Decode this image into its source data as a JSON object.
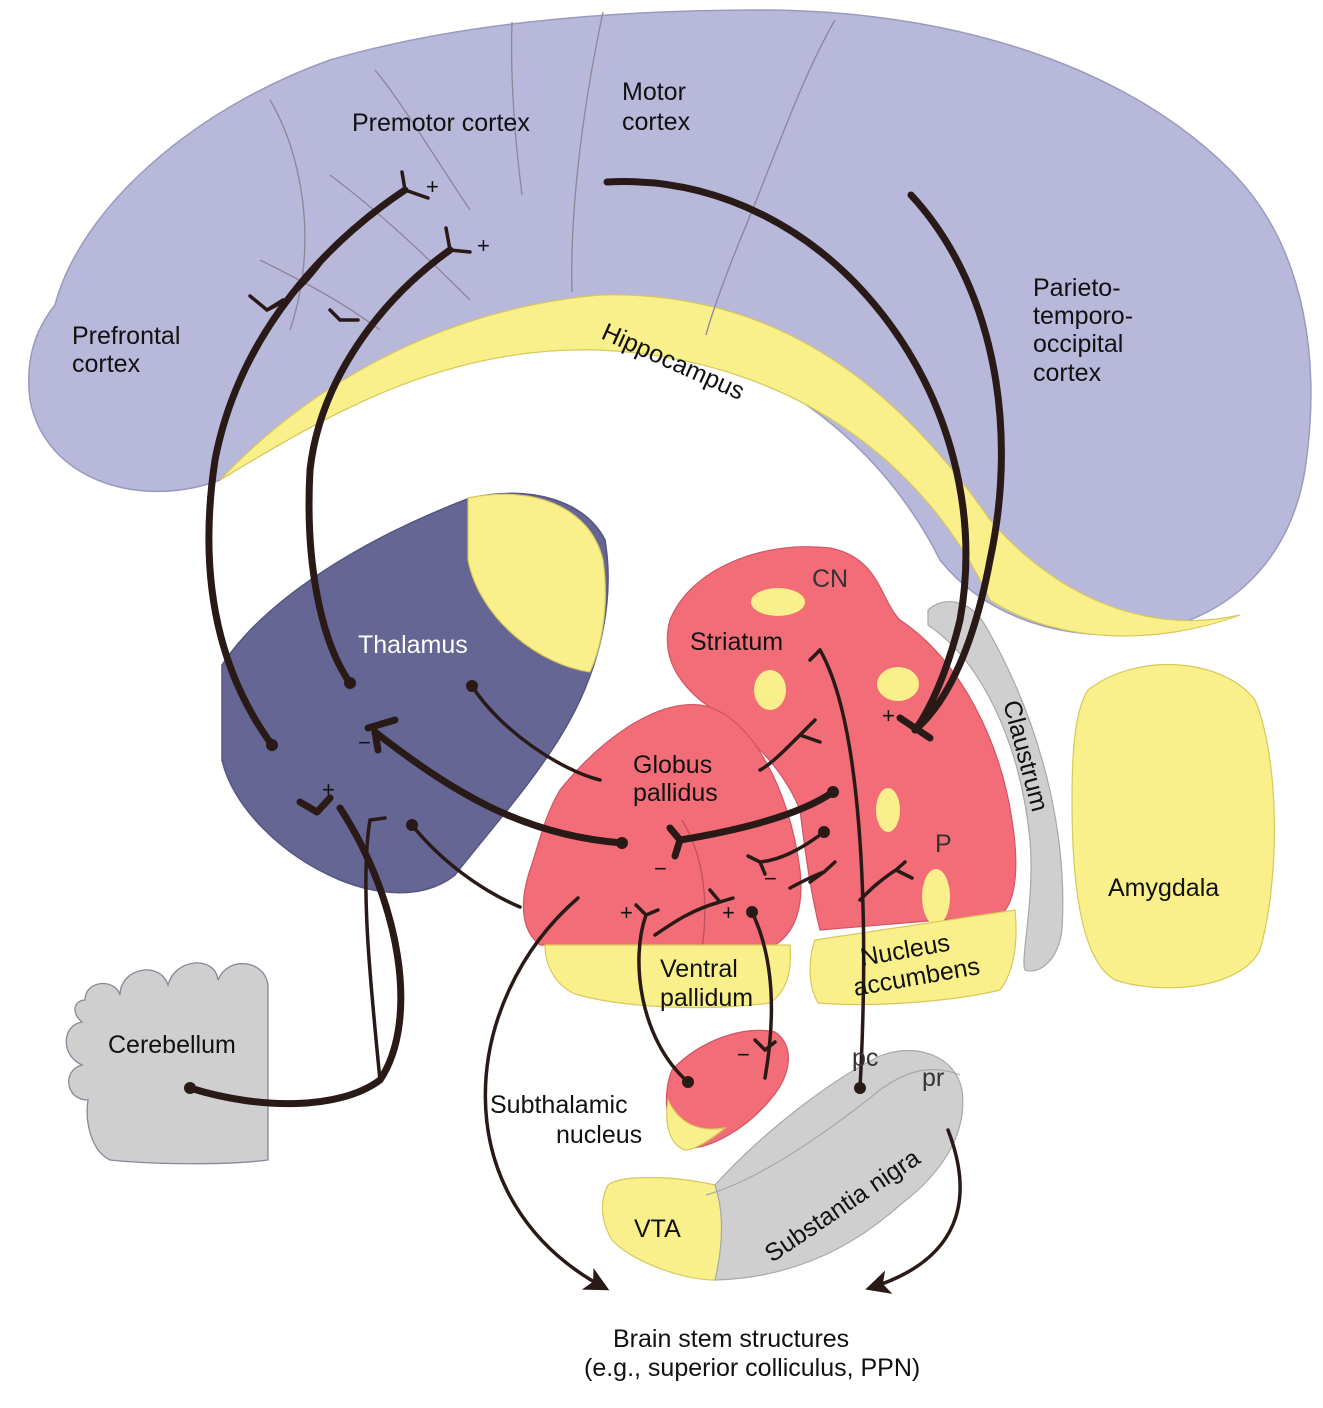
{
  "colors": {
    "cortex": "#b8b8db",
    "thalamus": "#666695",
    "basal_ganglia": "#f26d78",
    "limbic": "#f9ef8b",
    "gray_structures": "#cfcfcf",
    "tract": "#2a1a17"
  },
  "labels": {
    "premotor": "Premotor cortex",
    "motor_1": "Motor",
    "motor_2": "cortex",
    "prefrontal_1": "Prefrontal",
    "prefrontal_2": "cortex",
    "parieto_1": "Parieto-",
    "parieto_2": "temporo-",
    "parieto_3": "occipital",
    "parieto_4": "cortex",
    "hippocampus": "Hippocampus",
    "thalamus": "Thalamus",
    "cn": "CN",
    "striatum": "Striatum",
    "claustrum": "Claustrum",
    "amygdala": "Amygdala",
    "globus_1": "Globus",
    "globus_2": "pallidus",
    "p": "P",
    "ventral_1": "Ventral",
    "ventral_2": "pallidum",
    "accumbens_1": "Nucleus",
    "accumbens_2": "accumbens",
    "cerebellum": "Cerebellum",
    "subthalamic_1": "Subthalamic",
    "subthalamic_2": "nucleus",
    "pc": "pc",
    "pr": "pr",
    "substantia_nigra": "Substantia nigra",
    "vta": "VTA",
    "brainstem_1": "Brain stem structures",
    "brainstem_2": "(e.g., superior colliculus, PPN)"
  },
  "signs": {
    "plus": "+",
    "minus": "−"
  }
}
